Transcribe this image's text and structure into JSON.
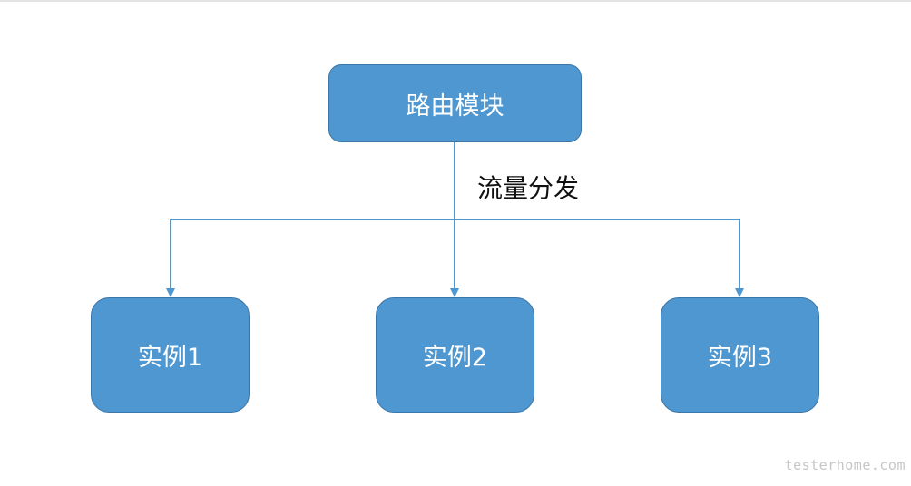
{
  "diagram": {
    "root": {
      "label": "路由模块"
    },
    "edge_label": "流量分发",
    "children": [
      {
        "label": "实例1"
      },
      {
        "label": "实例2"
      },
      {
        "label": "实例3"
      }
    ]
  },
  "watermark": "testerhome.com",
  "colors": {
    "node_fill": "#4f97d0",
    "node_border": "#3b76a8",
    "connector": "#4f97d0"
  }
}
